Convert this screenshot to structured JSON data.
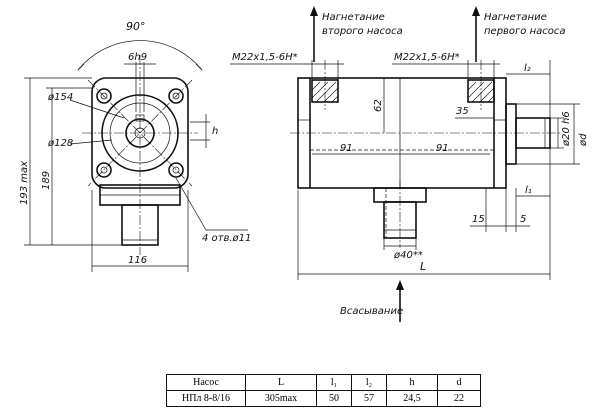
{
  "labels": {
    "angle": "90°",
    "key_width": "6h9",
    "dia_154": "ø154",
    "dia_128": "ø128",
    "dim_h": "h",
    "dim_193": "193 max",
    "dim_189": "189",
    "dim_116": "116",
    "holes": "4 отв.ø11",
    "thread_left": "M22x1,5-6H*",
    "thread_right": "M22x1,5-6H*",
    "dim_62": "62",
    "dim_35": "35",
    "dim_91_left": "91",
    "dim_91_right": "91",
    "dim_l2": "l₂",
    "dim_l1": "l₁",
    "dim_d20": "ø20 h6",
    "dim_d": "ød",
    "dim_15": "15",
    "dim_5": "5",
    "dim_d40": "ø40**",
    "dim_L": "L",
    "discharge_second_l1": "Нагнетание",
    "discharge_second_l2": "второго насоса",
    "discharge_first_l1": "Нагнетание",
    "discharge_first_l2": "первого насоса",
    "suction": "Всасывание"
  },
  "table": {
    "headers": [
      "Насос",
      "L",
      "l₁",
      "l₂",
      "h",
      "d"
    ],
    "rows": [
      [
        "НПл 8-8/16",
        "305max",
        "50",
        "57",
        "24,5",
        "22"
      ]
    ]
  }
}
